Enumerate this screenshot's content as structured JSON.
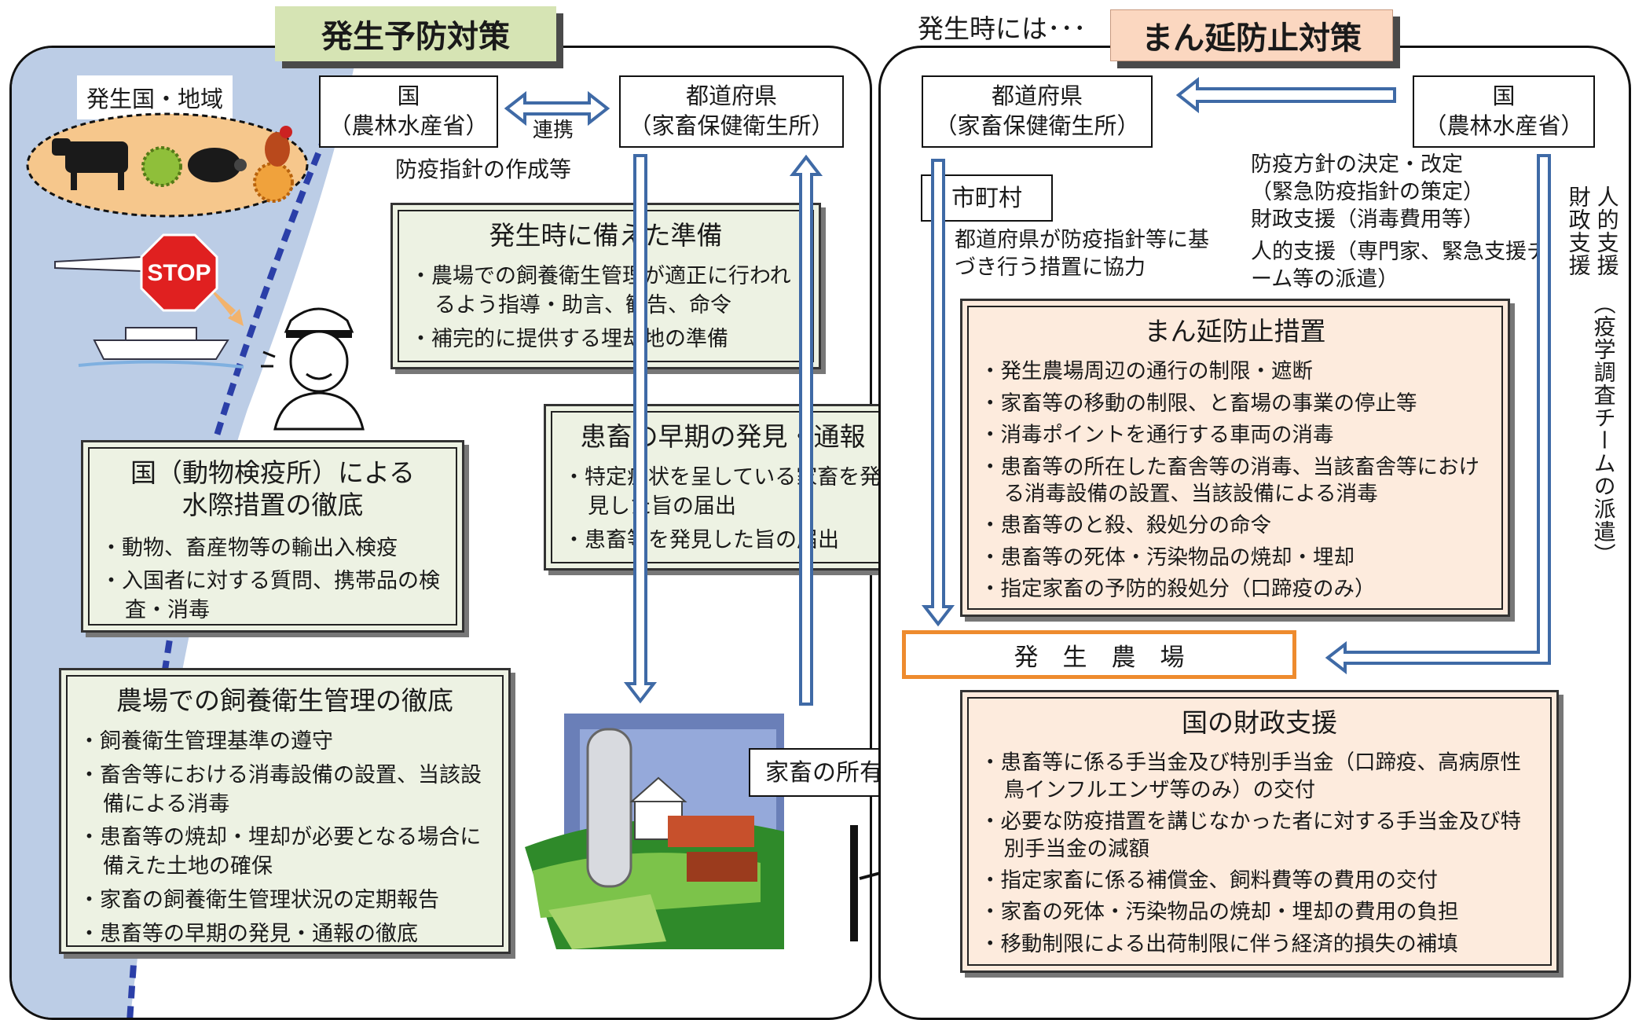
{
  "colors": {
    "arrow_blue": "#3f6aa6",
    "prevention_green": "#d6e4b4",
    "spread_orange": "#fbd7c0",
    "farm_outline_orange": "#ee8b2e",
    "sea_blue": "#bccde6"
  },
  "prevention": {
    "title": "発生予防対策",
    "origin_label": "発生国・地域",
    "stop_sign": "STOP",
    "national": {
      "line1": "国",
      "line2": "（農林水産省）"
    },
    "prefecture": {
      "line1": "都道府県",
      "line2": "（家畜保健衛生所）"
    },
    "cooperation_label": "連携",
    "guideline_label": "防疫指針の作成等",
    "preparation": {
      "title": "発生時に備えた準備",
      "items": [
        "農場での飼養衛生管理が適正に行われるよう指導・助言、勧告、命令",
        "補完的に提供する埋却地の準備"
      ]
    },
    "border": {
      "title_line1": "国（動物検疫所）による",
      "title_line2": "水際措置の徹底",
      "items": [
        "動物、畜産物等の輸出入検疫",
        "入国者に対する質問、携帯品の検査・消毒"
      ]
    },
    "farm_hygiene": {
      "title": "農場での飼養衛生管理の徹底",
      "items": [
        "飼養衛生管理基準の遵守",
        "畜舎等における消毒設備の設置、当該設備による消毒",
        "患畜等の焼却・埋却が必要となる場合に備えた土地の確保",
        "家畜の飼養衛生管理状況の定期報告",
        "患畜等の早期の発見・通報の徹底"
      ]
    },
    "early_detection": {
      "title": "患畜の早期の発見・通報",
      "items": [
        "特定症状を呈している家畜を発見した旨の届出",
        "患畜等を発見した旨の届出"
      ]
    },
    "owner_label": "家畜の所有者"
  },
  "spread": {
    "lead": "発生時には･･･",
    "title": "まん延防止対策",
    "prefecture": {
      "line1": "都道府県",
      "line2": "（家畜保健衛生所）"
    },
    "national": {
      "line1": "国",
      "line2": "（農林水産省）"
    },
    "municipality": "市町村",
    "municipality_note": "都道府県が防疫指針等に基づき行う措置に協力",
    "national_notes": [
      "防疫方針の決定・改定",
      "（緊急防疫指針の策定）",
      "財政支援（消毒費用等）",
      "人的支援（専門家、緊急支援チーム等の派遣）"
    ],
    "vertical_financial": "財政支援",
    "vertical_human": "人的支援",
    "vertical_team": "（疫学調査チームの派遣）",
    "measures": {
      "title": "まん延防止措置",
      "items": [
        "発生農場周辺の通行の制限・遮断",
        "家畜等の移動の制限、と畜場の事業の停止等",
        "消毒ポイントを通行する車両の消毒",
        "患畜等の所在した畜舎等の消毒、当該畜舎等における消毒設備の設置、当該設備による消毒",
        "患畜等のと殺、殺処分の命令",
        "患畜等の死体・汚染物品の焼却・埋却",
        "指定家畜の予防的殺処分（口蹄疫のみ）"
      ]
    },
    "outbreak_farm": "発　生　農　場",
    "financial": {
      "title": "国の財政支援",
      "items": [
        "患畜等に係る手当金及び特別手当金（口蹄疫、高病原性鳥インフルエンザ等のみ）の交付",
        "必要な防疫措置を講じなかった者に対する手当金及び特別手当金の減額",
        "指定家畜に係る補償金、飼料費等の費用の交付",
        "家畜の死体・汚染物品の焼却・埋却の費用の負担",
        "移動制限による出荷制限に伴う経済的損失の補填"
      ]
    }
  }
}
